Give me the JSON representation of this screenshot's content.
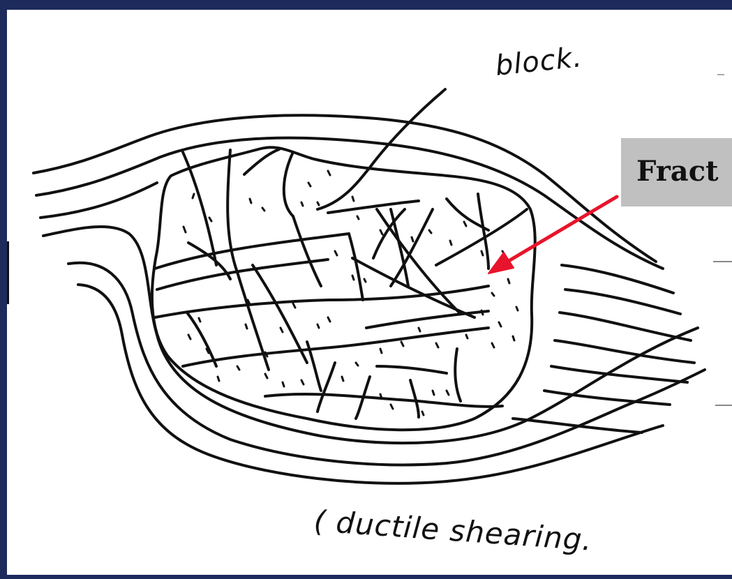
{
  "diagram": {
    "labels": {
      "block": "block.",
      "ductile": "( ductile shearing.",
      "fracture_callout": "Fract"
    },
    "colors": {
      "border": "#1d2a5c",
      "background": "#ffffff",
      "ink": "#111111",
      "callout_box": "#c0c0c0",
      "arrow": "#e8142b"
    }
  }
}
